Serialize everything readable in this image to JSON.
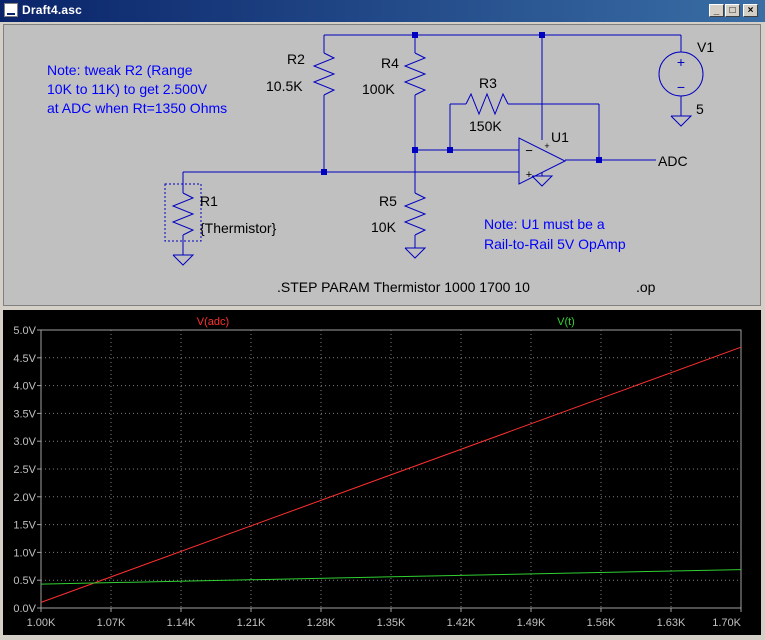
{
  "window": {
    "title": "Draft4.asc",
    "controls": [
      "_",
      "□",
      "×"
    ]
  },
  "schematic": {
    "note1": [
      "Note: tweak R2 (Range",
      "10K to 11K) to get 2.500V",
      "at ADC when Rt=1350 Ohms"
    ],
    "note2": [
      "Note: U1 must be a",
      "Rail-to-Rail 5V OpAmp"
    ],
    "r2": {
      "name": "R2",
      "value": "10.5K"
    },
    "r4": {
      "name": "R4",
      "value": "100K"
    },
    "r3": {
      "name": "R3",
      "value": "150K"
    },
    "r5": {
      "name": "R5",
      "value": "10K"
    },
    "r1": {
      "name": "R1",
      "value": "{Thermistor}"
    },
    "u1": {
      "name": "U1"
    },
    "v1": {
      "name": "V1",
      "value": "5"
    },
    "net_adc": "ADC",
    "step_directive": ".STEP PARAM Thermistor 1000 1700 10",
    "op_directive": ".op",
    "opamp_minus": "−",
    "opamp_plus": "+",
    "vsrc_plus": "+",
    "vsrc_minus": "−"
  },
  "chart_data": {
    "type": "line",
    "title": "",
    "xlabel": "",
    "ylabel": "",
    "xlim": [
      1000,
      1700
    ],
    "ylim": [
      0,
      5
    ],
    "x_ticks": [
      "1.00K",
      "1.07K",
      "1.14K",
      "1.21K",
      "1.28K",
      "1.35K",
      "1.42K",
      "1.49K",
      "1.56K",
      "1.63K",
      "1.70K"
    ],
    "y_ticks": [
      "0.0V",
      "0.5V",
      "1.0V",
      "1.5V",
      "2.0V",
      "2.5V",
      "3.0V",
      "3.5V",
      "4.0V",
      "4.5V",
      "5.0V"
    ],
    "grid": true,
    "series": [
      {
        "name": "V(adc)",
        "color": "#ff3030",
        "x": [
          1000,
          1700
        ],
        "y": [
          0.1,
          4.69
        ]
      },
      {
        "name": "V(t)",
        "color": "#30d030",
        "x": [
          1000,
          1700
        ],
        "y": [
          0.43,
          0.69
        ]
      }
    ]
  }
}
